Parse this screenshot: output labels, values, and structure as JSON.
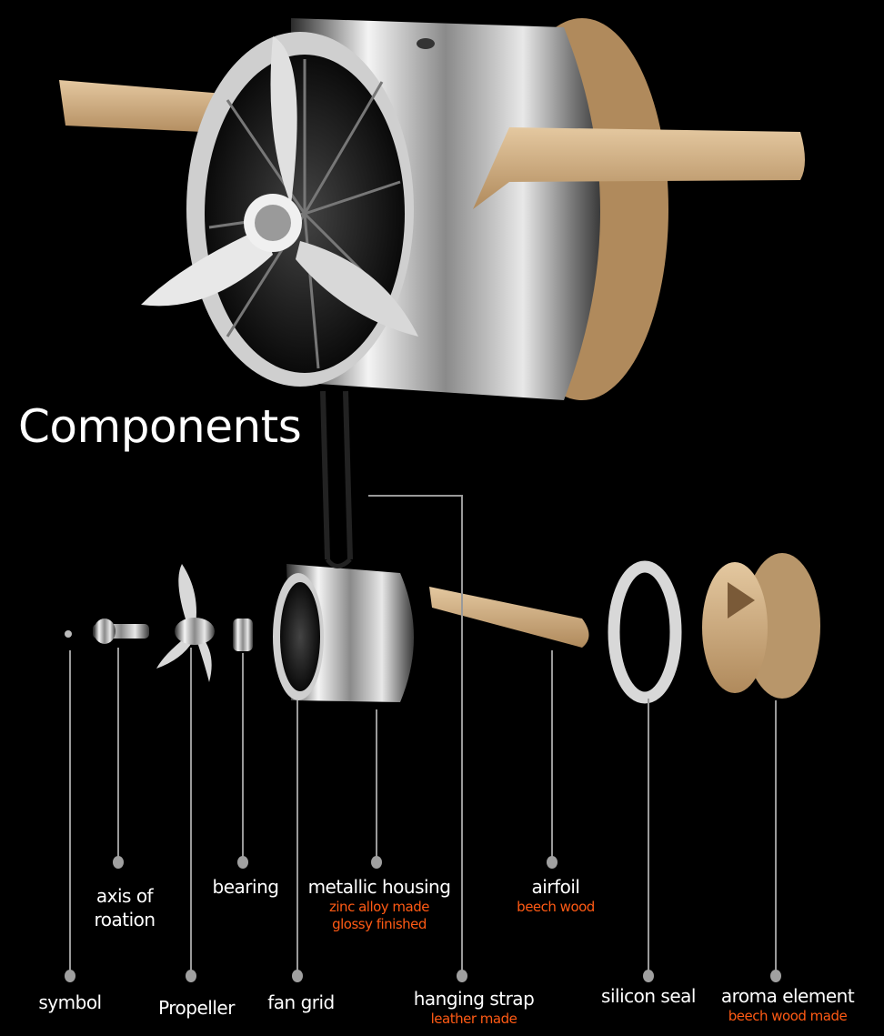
{
  "title": "Components",
  "components": [
    {
      "name": "symbol"
    },
    {
      "name": "axis of roation",
      "line1": "axis of",
      "line2": "roation"
    },
    {
      "name": "Propeller"
    },
    {
      "name": "bearing"
    },
    {
      "name": "fan grid"
    },
    {
      "name": "metallic housing",
      "details": [
        "zinc alloy made",
        "glossy finished"
      ]
    },
    {
      "name": "hanging strap",
      "details": [
        "leather made"
      ]
    },
    {
      "name": "airfoil",
      "details": [
        "beech wood"
      ]
    },
    {
      "name": "silicon seal"
    },
    {
      "name": "aroma element",
      "details": [
        "beech wood made"
      ]
    }
  ],
  "colors": {
    "background": "#000000",
    "label": "#ffffff",
    "detail": "#ff5a14",
    "leader": "#9a9a9a"
  }
}
